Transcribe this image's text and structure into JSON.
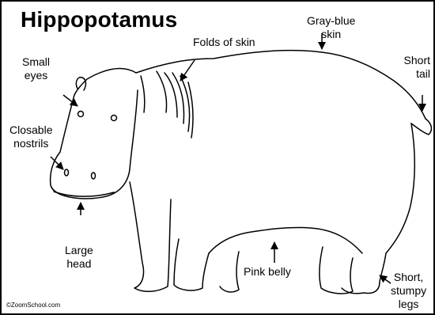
{
  "title": "Hippopotamus",
  "labels": {
    "small_eyes": [
      "Small",
      "eyes"
    ],
    "folds_of_skin": "Folds of skin",
    "gray_blue_skin": [
      "Gray-blue",
      "skin"
    ],
    "short_tail": [
      "Short",
      "tail"
    ],
    "closable_nostrils": [
      "Closable",
      "nostrils"
    ],
    "large_head": [
      "Large",
      "head"
    ],
    "pink_belly": "Pink belly",
    "short_stumpy_legs": [
      "Short,",
      "stumpy",
      "legs"
    ]
  },
  "credit": "©ZoomSchool.com"
}
